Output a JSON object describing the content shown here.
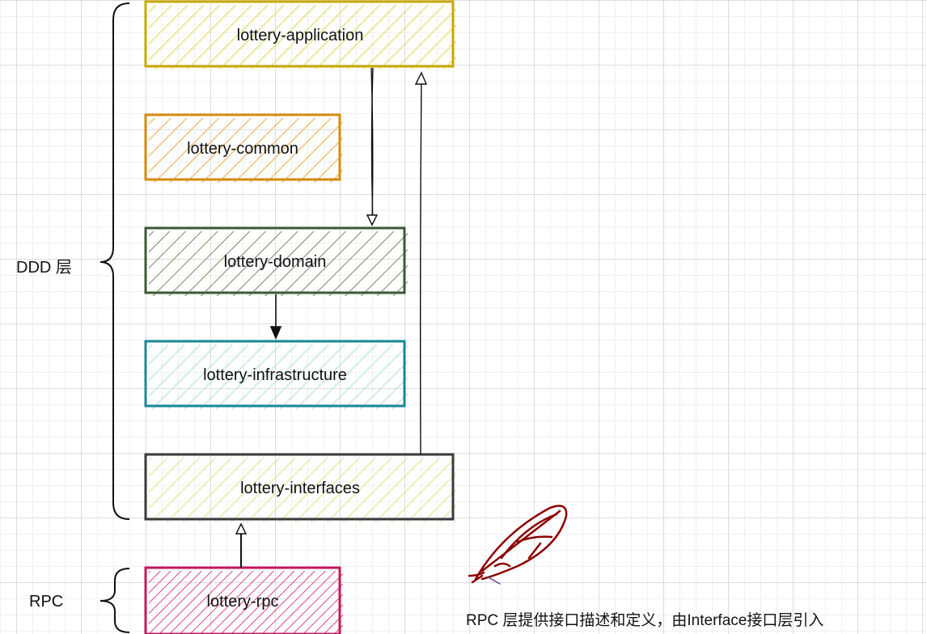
{
  "modules": {
    "application": {
      "label": "lottery-application",
      "color": "#c9a800"
    },
    "common": {
      "label": "lottery-common",
      "color": "#d68a0c"
    },
    "domain": {
      "label": "lottery-domain",
      "color": "#3d5a35"
    },
    "infrastructure": {
      "label": "lottery-infrastructure",
      "color": "#1a8a94"
    },
    "interfaces": {
      "label": "lottery-interfaces",
      "color": "#3a3a3a"
    },
    "rpc": {
      "label": "lottery-rpc",
      "color": "#c2185b"
    }
  },
  "layers": {
    "ddd": "DDD 层",
    "rpc": "RPC"
  },
  "note": "RPC 层提供接口描述和定义，由Interface接口层引入",
  "icons": {
    "feather": "feather-icon"
  },
  "colors": {
    "feather": "#8b0000",
    "arrow": "#111111",
    "hatch_application": "#e6d34d",
    "hatch_common": "#f0a93a",
    "hatch_domain": "#6b8f5e",
    "hatch_infrastructure": "#a8dde3",
    "hatch_interfaces": "#c9ec8a",
    "hatch_rpc": "#d9478a"
  }
}
